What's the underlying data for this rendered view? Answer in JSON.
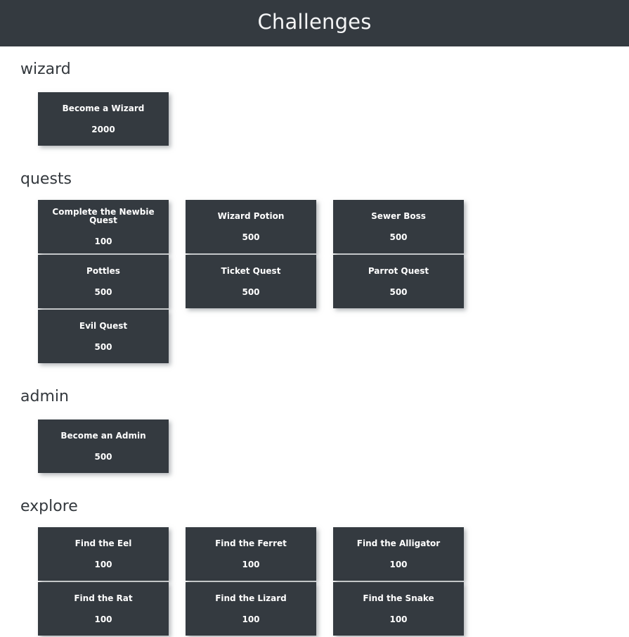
{
  "header": {
    "title": "Challenges",
    "background_color": "#343a40",
    "text_color": "#f4f5f6"
  },
  "theme": {
    "card_background": "#343a40",
    "card_text": "#ffffff",
    "heading_text": "#33383d",
    "page_background": "#ffffff"
  },
  "sections": [
    {
      "id": "wizard",
      "heading": "wizard",
      "cards": [
        {
          "title": "Become a Wizard",
          "points": "2000"
        }
      ]
    },
    {
      "id": "quests",
      "heading": "quests",
      "cards": [
        {
          "title": "Complete the Newbie Quest",
          "points": "100"
        },
        {
          "title": "Wizard Potion",
          "points": "500"
        },
        {
          "title": "Sewer Boss",
          "points": "500"
        },
        {
          "title": "Pottles",
          "points": "500"
        },
        {
          "title": "Ticket Quest",
          "points": "500"
        },
        {
          "title": "Parrot Quest",
          "points": "500"
        },
        {
          "title": "Evil Quest",
          "points": "500"
        }
      ]
    },
    {
      "id": "admin",
      "heading": "admin",
      "cards": [
        {
          "title": "Become an Admin",
          "points": "500"
        }
      ]
    },
    {
      "id": "explore",
      "heading": "explore",
      "cards": [
        {
          "title": "Find the Eel",
          "points": "100"
        },
        {
          "title": "Find the Ferret",
          "points": "100"
        },
        {
          "title": "Find the Alligator",
          "points": "100"
        },
        {
          "title": "Find the Rat",
          "points": "100"
        },
        {
          "title": "Find the Lizard",
          "points": "100"
        },
        {
          "title": "Find the Snake",
          "points": "100"
        }
      ]
    }
  ]
}
